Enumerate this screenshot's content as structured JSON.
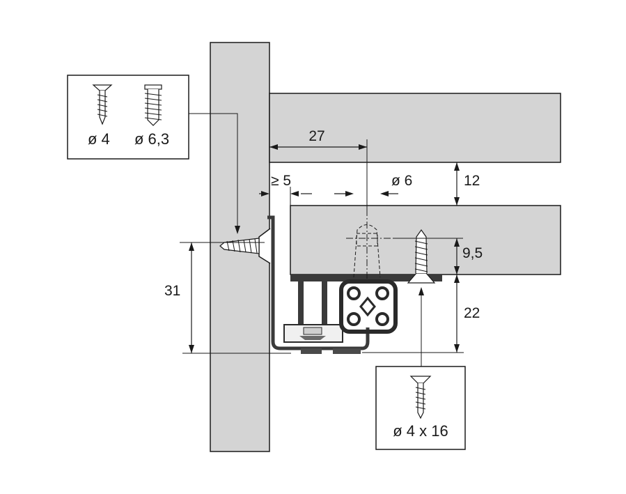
{
  "screw_box_left": {
    "label_small": "ø 4",
    "label_large": "ø 6,3"
  },
  "screw_box_bottom": {
    "label": "ø 4 x 16"
  },
  "dimensions": {
    "d27": "27",
    "d5": "≥ 5",
    "d6": "ø 6",
    "d12": "12",
    "d9_5": "9,5",
    "d22": "22",
    "d31": "31"
  }
}
